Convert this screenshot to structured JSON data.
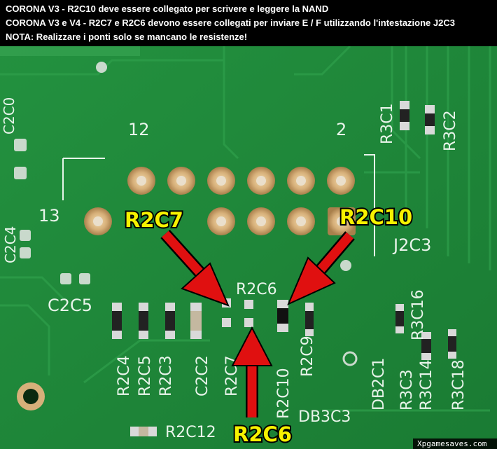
{
  "header": {
    "line1": "CORONA V3 - R2C10 deve essere collegato per scrivere e leggere la NAND",
    "line2": "CORONA V3 e V4 - R2C7 e R2C6 devono essere collegati per inviare E / F utilizzando l'intestazione J2C3",
    "line3": "NOTA: Realizzare i ponti solo se mancano le resistenze!"
  },
  "callouts": {
    "r2c7": "R2C7",
    "r2c10": "R2C10",
    "r2c6": "R2C6"
  },
  "silkscreen": {
    "pin12": "12",
    "pin2": "2",
    "pin13": "13",
    "r2c6": "R2C6",
    "j2c3": "J2C3",
    "c2c5": "C2C5",
    "r3c1": "R3C1",
    "r3c2": "R3C2",
    "c2c0": "C2C0",
    "c2c4": "C2C4",
    "r3c16": "R3C16",
    "r2c4": "R2C4",
    "r2c5": "R2C5",
    "r2c3": "R2C3",
    "c2c2": "C2C2",
    "r2c7": "R2C7",
    "r2c10": "R2C10",
    "r2c9": "R2C9",
    "db2c1": "DB2C1",
    "r3c3": "R3C3",
    "r3c14": "R3C14",
    "r3c18": "R3C18",
    "r2c12": "R2C12",
    "db3c3": "DB3C3"
  },
  "watermark": "Xpgamesaves.com",
  "colors": {
    "board": "#1f8a3a",
    "board_dark": "#176e2e",
    "pad": "#d7b07a",
    "callout_text": "#f7f200",
    "arrow": "#e01010",
    "silkscreen": "#e8f4ea"
  }
}
